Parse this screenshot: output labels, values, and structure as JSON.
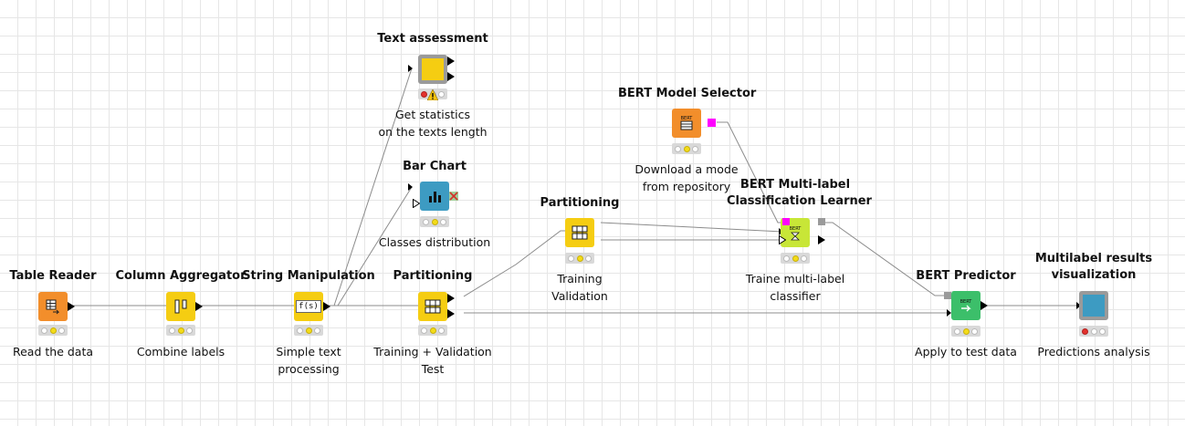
{
  "nodes": {
    "table_reader": {
      "title": "Table Reader",
      "desc": [
        "Read the data"
      ],
      "status": [
        "white",
        "yellow",
        "white"
      ],
      "color": "#f28e2b"
    },
    "column_aggregator": {
      "title": "Column Aggregator",
      "desc": [
        "Combine labels"
      ],
      "status": [
        "white",
        "yellow",
        "white"
      ],
      "color": "#f5cd12"
    },
    "string_manipulation": {
      "title": "String Manipulation",
      "desc": [
        "Simple text",
        "processing"
      ],
      "status": [
        "white",
        "yellow",
        "white"
      ],
      "color": "#f5cd12",
      "glyph": "f(s)"
    },
    "partitioning_main": {
      "title": "Partitioning",
      "desc": [
        "Training + Validation",
        "Test"
      ],
      "status": [
        "white",
        "yellow",
        "white"
      ],
      "color": "#f5cd12"
    },
    "text_assessment": {
      "title": "Text assessment",
      "desc": [
        "Get statistics",
        "on the texts length"
      ],
      "status": [
        "red",
        "white",
        "white"
      ],
      "color": "#f5cd12",
      "has_warning": true
    },
    "bar_chart": {
      "title": "Bar Chart",
      "desc": [
        "Classes distribution"
      ],
      "status": [
        "white",
        "yellow",
        "white"
      ],
      "color": "#3d9bc2"
    },
    "partitioning_train": {
      "title": "Partitioning",
      "desc": [
        "Training",
        "Validation"
      ],
      "status": [
        "white",
        "yellow",
        "white"
      ],
      "color": "#f5cd12"
    },
    "bert_model_selector": {
      "title": "BERT Model Selector",
      "desc": [
        "Download a mode",
        "from repository"
      ],
      "status": [
        "white",
        "yellow",
        "white"
      ],
      "color": "#f28e2b",
      "glyph": "BERT"
    },
    "bert_learner": {
      "title": [
        "BERT Multi-label",
        "Classification Learner"
      ],
      "desc": [
        "Traine multi-label",
        "classifier"
      ],
      "status": [
        "white",
        "yellow",
        "white"
      ],
      "color": "#c8e637",
      "glyph": "BERT"
    },
    "bert_predictor": {
      "title": "BERT Predictor",
      "desc": [
        "Apply to test data"
      ],
      "status": [
        "white",
        "yellow",
        "white"
      ],
      "color": "#3cbf6a",
      "glyph": "BERT"
    },
    "results_viz": {
      "title": [
        "Multilabel results",
        "visualization"
      ],
      "desc": [
        "Predictions analysis"
      ],
      "status": [
        "red",
        "white",
        "white"
      ],
      "color": "#3d9bc2"
    }
  },
  "colors": {
    "wire": "#9a9a9a",
    "port": "#000000",
    "model_port": "#ff00ff",
    "model_out_port": "#9a9a9a"
  }
}
